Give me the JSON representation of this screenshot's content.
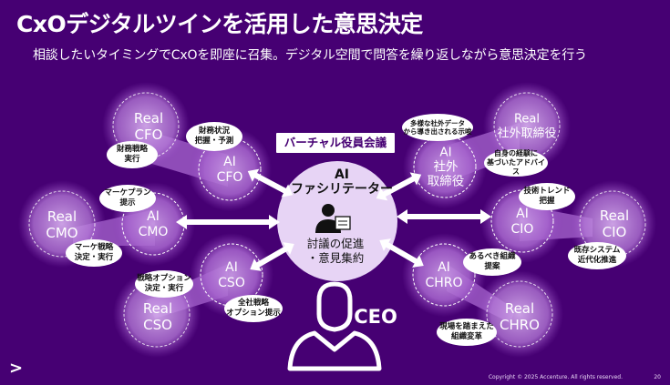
{
  "header": {
    "title": "CxOデジタルツインを活用した意思決定",
    "subtitle": "相談したいタイミングでCxOを即座に召集。デジタル空間で問答を繰り返しながら意思決定を行う"
  },
  "center": {
    "title_line1": "AI",
    "title_line2": "ファシリテーター",
    "sub_line1": "討議の促進",
    "sub_line2": "・意見集約",
    "banner": "バーチャル役員会議"
  },
  "ceo_label": "CEO",
  "roles": {
    "cfo": {
      "real": "Real\nCFO",
      "ai": "AI\nCFO",
      "bubble_real": "財務戦略\n実行",
      "bubble_ai": "財務状況\n把握・予測"
    },
    "cmo": {
      "real": "Real\nCMO",
      "ai": "AI\nCMO",
      "bubble_ai": "マーケプラン\n提示",
      "bubble_real": "マーケ戦略\n決定・実行"
    },
    "cso": {
      "real": "Real\nCSO",
      "ai": "AI\nCSO",
      "bubble_real": "戦略オプション\n決定・実行",
      "bubble_ai": "全社戦略\nオプション提示"
    },
    "director": {
      "real": "Real\n社外取締役",
      "ai": "AI\n社外\n取締役",
      "bubble_ai": "多様な社外データ\nから導き出される示唆",
      "bubble_real": "自身の経験に\n基づいたアドバイス"
    },
    "cio": {
      "real": "Real\nCIO",
      "ai": "AI\nCIO",
      "bubble_ai": "技術トレンド\n把握",
      "bubble_real": "既存システム\n近代化推進"
    },
    "chro": {
      "real": "Real\nCHRO",
      "ai": "AI\nCHRO",
      "bubble_ai": "あるべき組織\n提案",
      "bubble_real": "現場を踏まえた\n組織変革"
    }
  },
  "footer": {
    "copyright": "Copyright © 2025 Accenture. All rights reserved.",
    "page": "20",
    "logo": ">"
  },
  "colors": {
    "background": "#460073",
    "ring_fill": "#a25fc7",
    "center_fill": "#e7d4f5",
    "arrow": "#ffffff"
  }
}
